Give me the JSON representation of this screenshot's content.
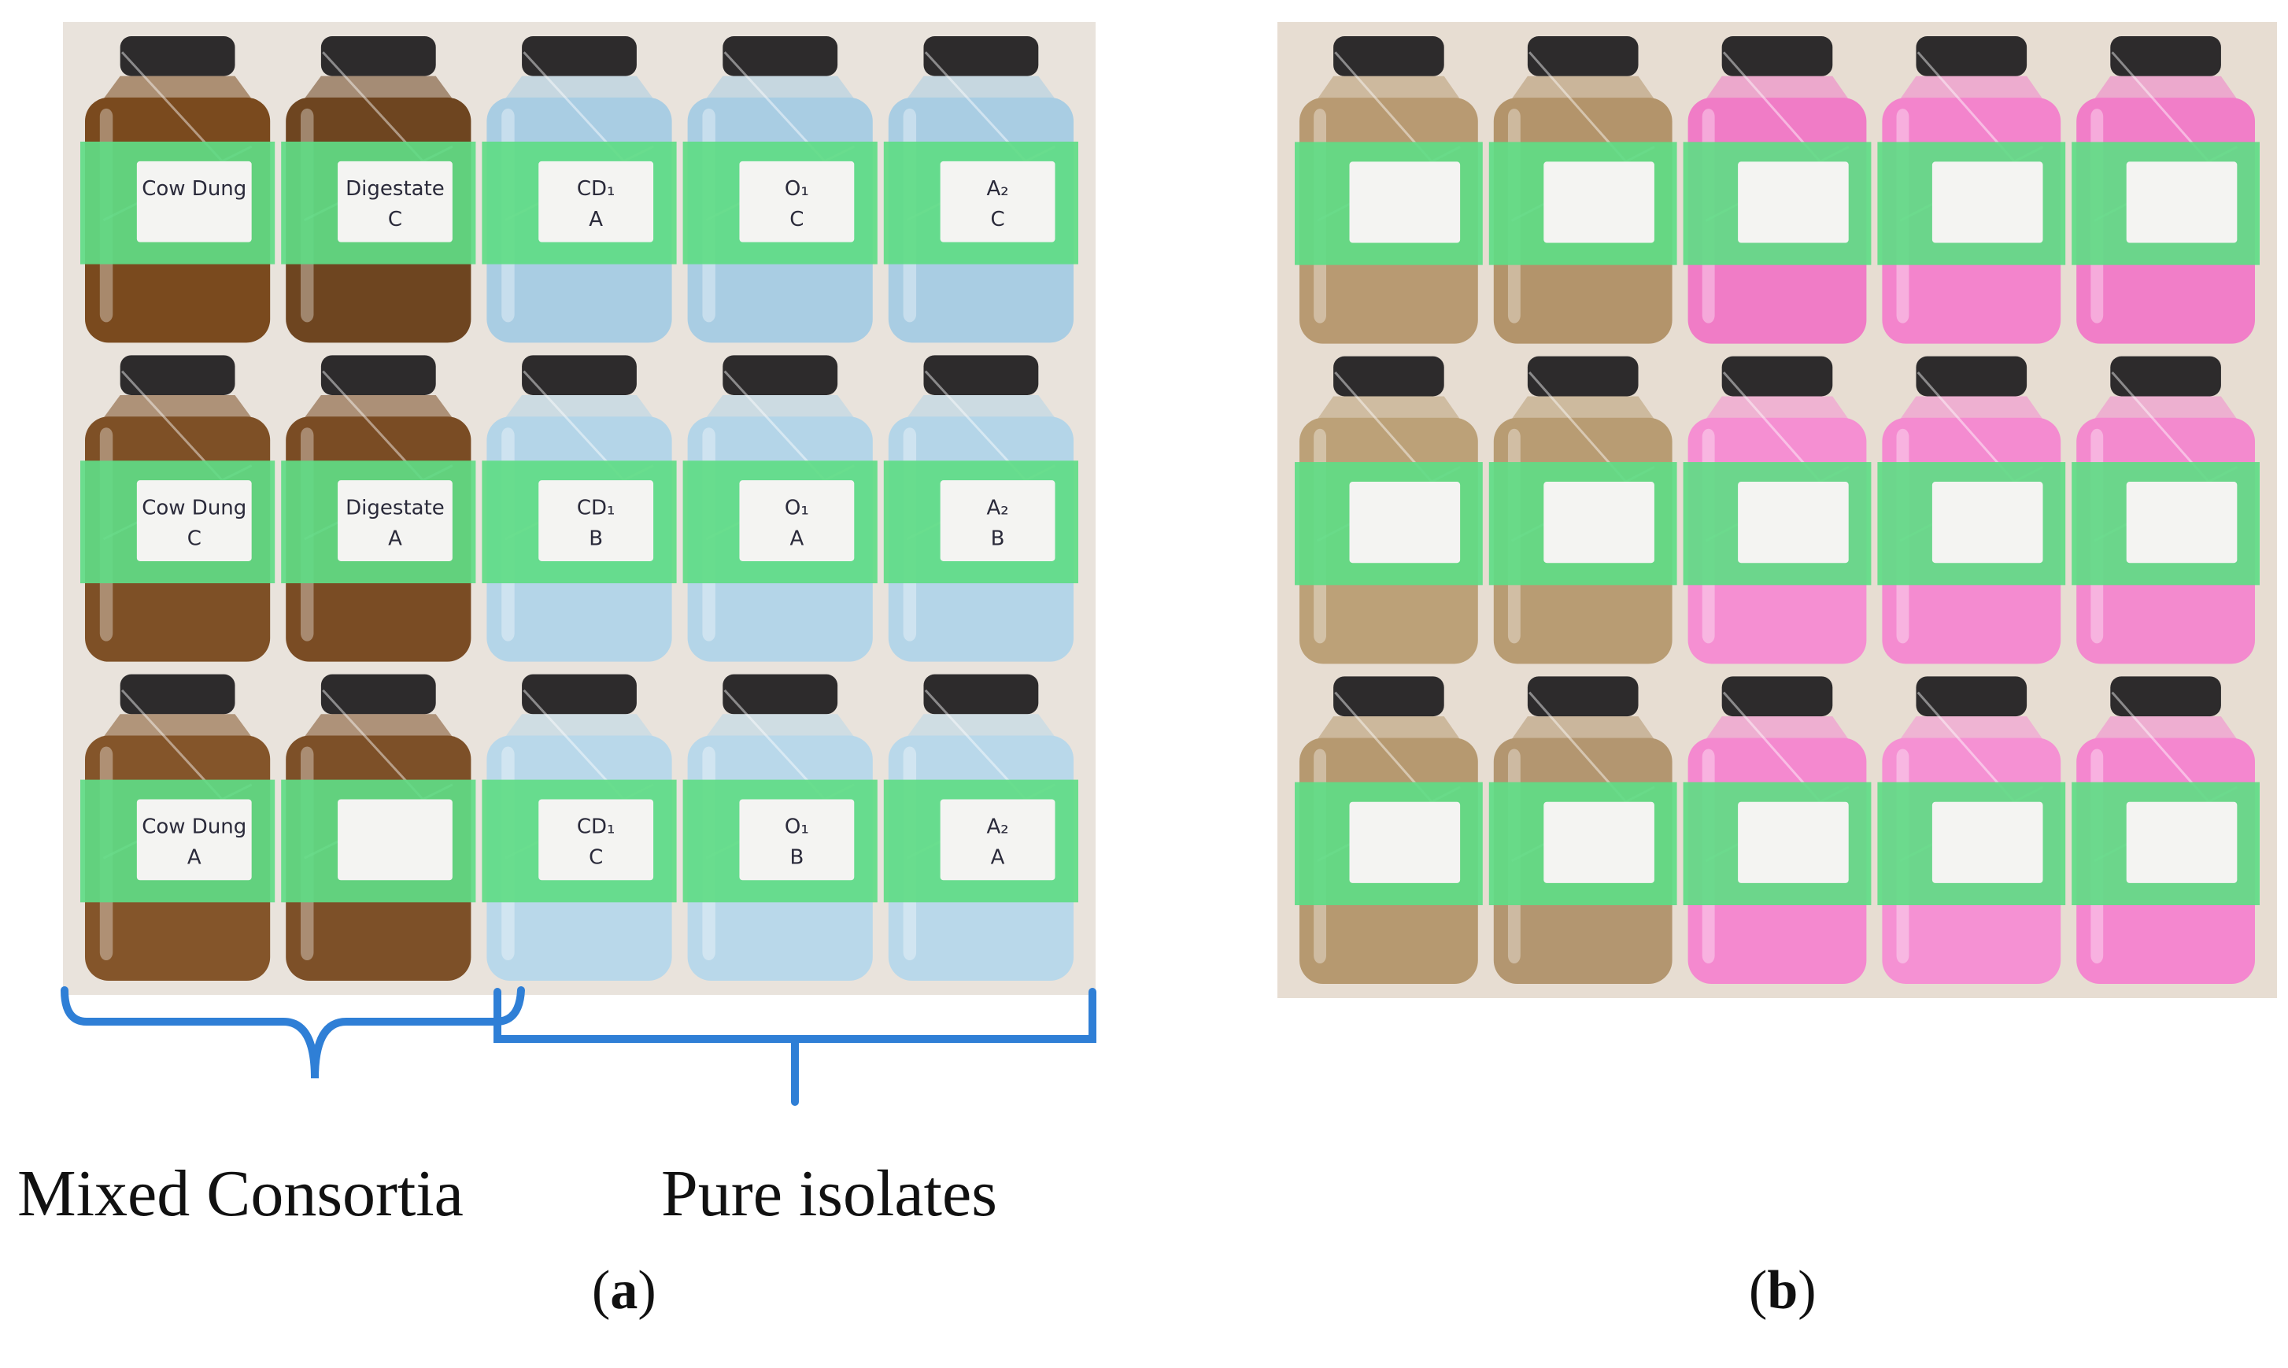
{
  "figure": {
    "panel_a": {
      "sublabel_open": "(",
      "sublabel_letter": "a",
      "sublabel_close": ")",
      "group_left_label": "Mixed Consortia",
      "group_right_label": "Pure isolates",
      "bracket_color": "#2f7fd6",
      "rows": [
        [
          {
            "label": "Cow Dung",
            "label2": "",
            "liquid": "#7a4a1e"
          },
          {
            "label": "Digestate",
            "label2": "C",
            "liquid": "#6e4520"
          },
          {
            "label": "CD₁",
            "label2": "A",
            "liquid": "#a9cde3"
          },
          {
            "label": "O₁",
            "label2": "C",
            "liquid": "#a9cde3"
          },
          {
            "label": "A₂",
            "label2": "C",
            "liquid": "#a9cde3"
          }
        ],
        [
          {
            "label": "Cow Dung",
            "label2": "C",
            "liquid": "#7e5026"
          },
          {
            "label": "Digestate",
            "label2": "A",
            "liquid": "#7a4c24"
          },
          {
            "label": "CD₁",
            "label2": "B",
            "liquid": "#b4d5e8"
          },
          {
            "label": "O₁",
            "label2": "A",
            "liquid": "#b4d5e8"
          },
          {
            "label": "A₂",
            "label2": "B",
            "liquid": "#b4d5e8"
          }
        ],
        [
          {
            "label": "Cow Dung",
            "label2": "A",
            "liquid": "#84552a"
          },
          {
            "label": "",
            "label2": "",
            "liquid": "#7d5028"
          },
          {
            "label": "CD₁",
            "label2": "C",
            "liquid": "#b9d8ea"
          },
          {
            "label": "O₁",
            "label2": "B",
            "liquid": "#b9d8ea"
          },
          {
            "label": "A₂",
            "label2": "A",
            "liquid": "#b9d8ea"
          }
        ]
      ]
    },
    "panel_b": {
      "sublabel_open": "(",
      "sublabel_letter": "b",
      "sublabel_close": ")",
      "rows": [
        [
          {
            "liquid": "#b89a72"
          },
          {
            "liquid": "#b3946b"
          },
          {
            "liquid": "#f07cc6"
          },
          {
            "liquid": "#f384cc"
          },
          {
            "liquid": "#f17ec8"
          }
        ],
        [
          {
            "liquid": "#bca178"
          },
          {
            "liquid": "#b89c73"
          },
          {
            "liquid": "#f58fd2"
          },
          {
            "liquid": "#f48bd0"
          },
          {
            "liquid": "#f38ace"
          }
        ],
        [
          {
            "liquid": "#b69970"
          },
          {
            "liquid": "#b39670"
          },
          {
            "liquid": "#f489cf"
          },
          {
            "liquid": "#f591d3"
          },
          {
            "liquid": "#f487cf"
          }
        ]
      ]
    }
  }
}
